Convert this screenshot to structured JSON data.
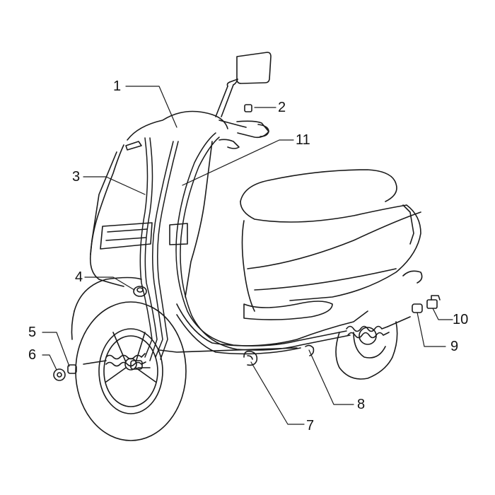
{
  "diagram": {
    "callouts": [
      {
        "id": "1",
        "text": "1"
      },
      {
        "id": "2",
        "text": "2"
      },
      {
        "id": "3",
        "text": "3"
      },
      {
        "id": "4",
        "text": "4"
      },
      {
        "id": "5",
        "text": "5"
      },
      {
        "id": "6",
        "text": "6"
      },
      {
        "id": "7",
        "text": "7"
      },
      {
        "id": "8",
        "text": "8"
      },
      {
        "id": "9",
        "text": "9"
      },
      {
        "id": "10",
        "text": "10"
      },
      {
        "id": "11",
        "text": "11"
      }
    ]
  },
  "colors": {
    "ink": "#1a1a1a",
    "paper": "#ffffff"
  }
}
